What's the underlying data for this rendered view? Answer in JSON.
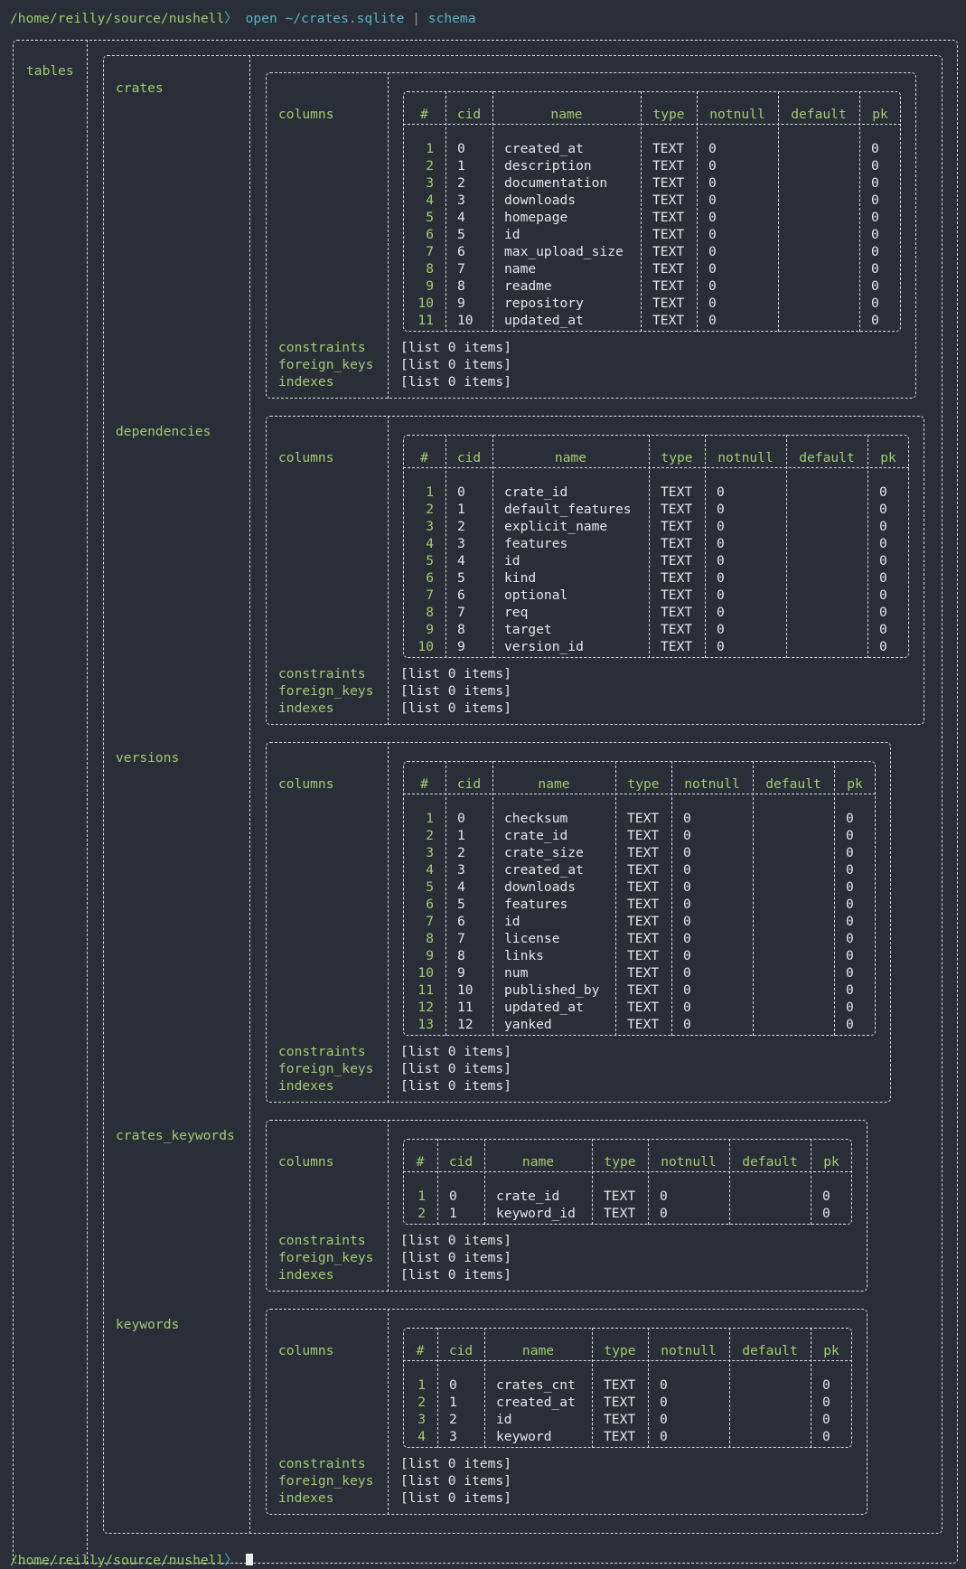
{
  "prompt": {
    "path": "/home/reilly/source/nushell",
    "separator": "〉",
    "command": "open ~/crates.sqlite",
    "pipe": "|",
    "subcommand": "schema"
  },
  "prompt_next": {
    "path": "/home/reilly/source/nushell",
    "separator": "〉"
  },
  "outer_label": "tables",
  "column_headers": [
    "#",
    "cid",
    "name",
    "type",
    "notnull",
    "default",
    "pk"
  ],
  "section_labels": {
    "columns": "columns",
    "constraints": "constraints",
    "foreign_keys": "foreign_keys",
    "indexes": "indexes"
  },
  "tables": [
    {
      "name": "crates",
      "columns": [
        {
          "idx": "1",
          "cid": "0",
          "name": "created_at",
          "type": "TEXT",
          "notnull": "0",
          "default": "",
          "pk": "0"
        },
        {
          "idx": "2",
          "cid": "1",
          "name": "description",
          "type": "TEXT",
          "notnull": "0",
          "default": "",
          "pk": "0"
        },
        {
          "idx": "3",
          "cid": "2",
          "name": "documentation",
          "type": "TEXT",
          "notnull": "0",
          "default": "",
          "pk": "0"
        },
        {
          "idx": "4",
          "cid": "3",
          "name": "downloads",
          "type": "TEXT",
          "notnull": "0",
          "default": "",
          "pk": "0"
        },
        {
          "idx": "5",
          "cid": "4",
          "name": "homepage",
          "type": "TEXT",
          "notnull": "0",
          "default": "",
          "pk": "0"
        },
        {
          "idx": "6",
          "cid": "5",
          "name": "id",
          "type": "TEXT",
          "notnull": "0",
          "default": "",
          "pk": "0"
        },
        {
          "idx": "7",
          "cid": "6",
          "name": "max_upload_size",
          "type": "TEXT",
          "notnull": "0",
          "default": "",
          "pk": "0"
        },
        {
          "idx": "8",
          "cid": "7",
          "name": "name",
          "type": "TEXT",
          "notnull": "0",
          "default": "",
          "pk": "0"
        },
        {
          "idx": "9",
          "cid": "8",
          "name": "readme",
          "type": "TEXT",
          "notnull": "0",
          "default": "",
          "pk": "0"
        },
        {
          "idx": "10",
          "cid": "9",
          "name": "repository",
          "type": "TEXT",
          "notnull": "0",
          "default": "",
          "pk": "0"
        },
        {
          "idx": "11",
          "cid": "10",
          "name": "updated_at",
          "type": "TEXT",
          "notnull": "0",
          "default": "",
          "pk": "0"
        }
      ],
      "constraints": "[list 0 items]",
      "foreign_keys": "[list 0 items]",
      "indexes": "[list 0 items]"
    },
    {
      "name": "dependencies",
      "columns": [
        {
          "idx": "1",
          "cid": "0",
          "name": "crate_id",
          "type": "TEXT",
          "notnull": "0",
          "default": "",
          "pk": "0"
        },
        {
          "idx": "2",
          "cid": "1",
          "name": "default_features",
          "type": "TEXT",
          "notnull": "0",
          "default": "",
          "pk": "0"
        },
        {
          "idx": "3",
          "cid": "2",
          "name": "explicit_name",
          "type": "TEXT",
          "notnull": "0",
          "default": "",
          "pk": "0"
        },
        {
          "idx": "4",
          "cid": "3",
          "name": "features",
          "type": "TEXT",
          "notnull": "0",
          "default": "",
          "pk": "0"
        },
        {
          "idx": "5",
          "cid": "4",
          "name": "id",
          "type": "TEXT",
          "notnull": "0",
          "default": "",
          "pk": "0"
        },
        {
          "idx": "6",
          "cid": "5",
          "name": "kind",
          "type": "TEXT",
          "notnull": "0",
          "default": "",
          "pk": "0"
        },
        {
          "idx": "7",
          "cid": "6",
          "name": "optional",
          "type": "TEXT",
          "notnull": "0",
          "default": "",
          "pk": "0"
        },
        {
          "idx": "8",
          "cid": "7",
          "name": "req",
          "type": "TEXT",
          "notnull": "0",
          "default": "",
          "pk": "0"
        },
        {
          "idx": "9",
          "cid": "8",
          "name": "target",
          "type": "TEXT",
          "notnull": "0",
          "default": "",
          "pk": "0"
        },
        {
          "idx": "10",
          "cid": "9",
          "name": "version_id",
          "type": "TEXT",
          "notnull": "0",
          "default": "",
          "pk": "0"
        }
      ],
      "constraints": "[list 0 items]",
      "foreign_keys": "[list 0 items]",
      "indexes": "[list 0 items]"
    },
    {
      "name": "versions",
      "columns": [
        {
          "idx": "1",
          "cid": "0",
          "name": "checksum",
          "type": "TEXT",
          "notnull": "0",
          "default": "",
          "pk": "0"
        },
        {
          "idx": "2",
          "cid": "1",
          "name": "crate_id",
          "type": "TEXT",
          "notnull": "0",
          "default": "",
          "pk": "0"
        },
        {
          "idx": "3",
          "cid": "2",
          "name": "crate_size",
          "type": "TEXT",
          "notnull": "0",
          "default": "",
          "pk": "0"
        },
        {
          "idx": "4",
          "cid": "3",
          "name": "created_at",
          "type": "TEXT",
          "notnull": "0",
          "default": "",
          "pk": "0"
        },
        {
          "idx": "5",
          "cid": "4",
          "name": "downloads",
          "type": "TEXT",
          "notnull": "0",
          "default": "",
          "pk": "0"
        },
        {
          "idx": "6",
          "cid": "5",
          "name": "features",
          "type": "TEXT",
          "notnull": "0",
          "default": "",
          "pk": "0"
        },
        {
          "idx": "7",
          "cid": "6",
          "name": "id",
          "type": "TEXT",
          "notnull": "0",
          "default": "",
          "pk": "0"
        },
        {
          "idx": "8",
          "cid": "7",
          "name": "license",
          "type": "TEXT",
          "notnull": "0",
          "default": "",
          "pk": "0"
        },
        {
          "idx": "9",
          "cid": "8",
          "name": "links",
          "type": "TEXT",
          "notnull": "0",
          "default": "",
          "pk": "0"
        },
        {
          "idx": "10",
          "cid": "9",
          "name": "num",
          "type": "TEXT",
          "notnull": "0",
          "default": "",
          "pk": "0"
        },
        {
          "idx": "11",
          "cid": "10",
          "name": "published_by",
          "type": "TEXT",
          "notnull": "0",
          "default": "",
          "pk": "0"
        },
        {
          "idx": "12",
          "cid": "11",
          "name": "updated_at",
          "type": "TEXT",
          "notnull": "0",
          "default": "",
          "pk": "0"
        },
        {
          "idx": "13",
          "cid": "12",
          "name": "yanked",
          "type": "TEXT",
          "notnull": "0",
          "default": "",
          "pk": "0"
        }
      ],
      "constraints": "[list 0 items]",
      "foreign_keys": "[list 0 items]",
      "indexes": "[list 0 items]"
    },
    {
      "name": "crates_keywords",
      "columns": [
        {
          "idx": "1",
          "cid": "0",
          "name": "crate_id",
          "type": "TEXT",
          "notnull": "0",
          "default": "",
          "pk": "0"
        },
        {
          "idx": "2",
          "cid": "1",
          "name": "keyword_id",
          "type": "TEXT",
          "notnull": "0",
          "default": "",
          "pk": "0"
        }
      ],
      "constraints": "[list 0 items]",
      "foreign_keys": "[list 0 items]",
      "indexes": "[list 0 items]"
    },
    {
      "name": "keywords",
      "columns": [
        {
          "idx": "1",
          "cid": "0",
          "name": "crates_cnt",
          "type": "TEXT",
          "notnull": "0",
          "default": "",
          "pk": "0"
        },
        {
          "idx": "2",
          "cid": "1",
          "name": "created_at",
          "type": "TEXT",
          "notnull": "0",
          "default": "",
          "pk": "0"
        },
        {
          "idx": "3",
          "cid": "2",
          "name": "id",
          "type": "TEXT",
          "notnull": "0",
          "default": "",
          "pk": "0"
        },
        {
          "idx": "4",
          "cid": "3",
          "name": "keyword",
          "type": "TEXT",
          "notnull": "0",
          "default": "",
          "pk": "0"
        }
      ],
      "constraints": "[list 0 items]",
      "foreign_keys": "[list 0 items]",
      "indexes": "[list 0 items]"
    }
  ]
}
